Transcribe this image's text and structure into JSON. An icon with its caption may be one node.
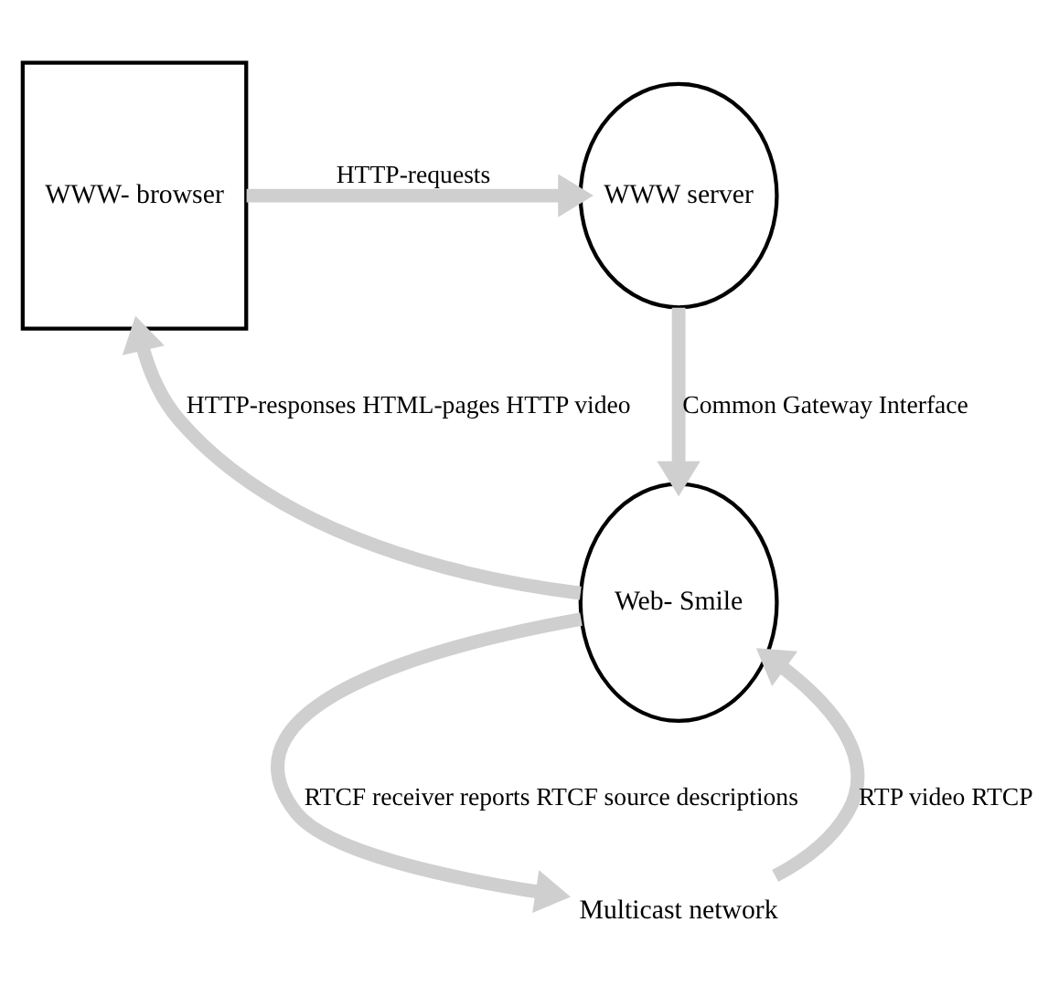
{
  "diagram": {
    "nodes": [
      {
        "text": [
          "WWW- browser"
        ]
      },
      {
        "text": [
          "WWW server"
        ]
      },
      {
        "text": [
          "Web- Smile"
        ]
      },
      {
        "text": [
          "Multicast network"
        ]
      }
    ],
    "edges": [
      {
        "from": 0,
        "to": 1,
        "arrow": "to",
        "label": "HTTP-requests"
      },
      {
        "from": 1,
        "to": 2,
        "arrow": "to",
        "label": "Common Gateway Interface"
      },
      {
        "from": 2,
        "to": 0,
        "arrow": "to",
        "label": "HTTP-responses HTML-pages HTTP video"
      },
      {
        "from": 3,
        "to": 2,
        "arrow": "to",
        "label": "RTP video RTCP"
      },
      {
        "from": 2,
        "to": 3,
        "arrow": "to",
        "label": "RTCF receiver reports RTCF source descriptions"
      }
    ]
  }
}
